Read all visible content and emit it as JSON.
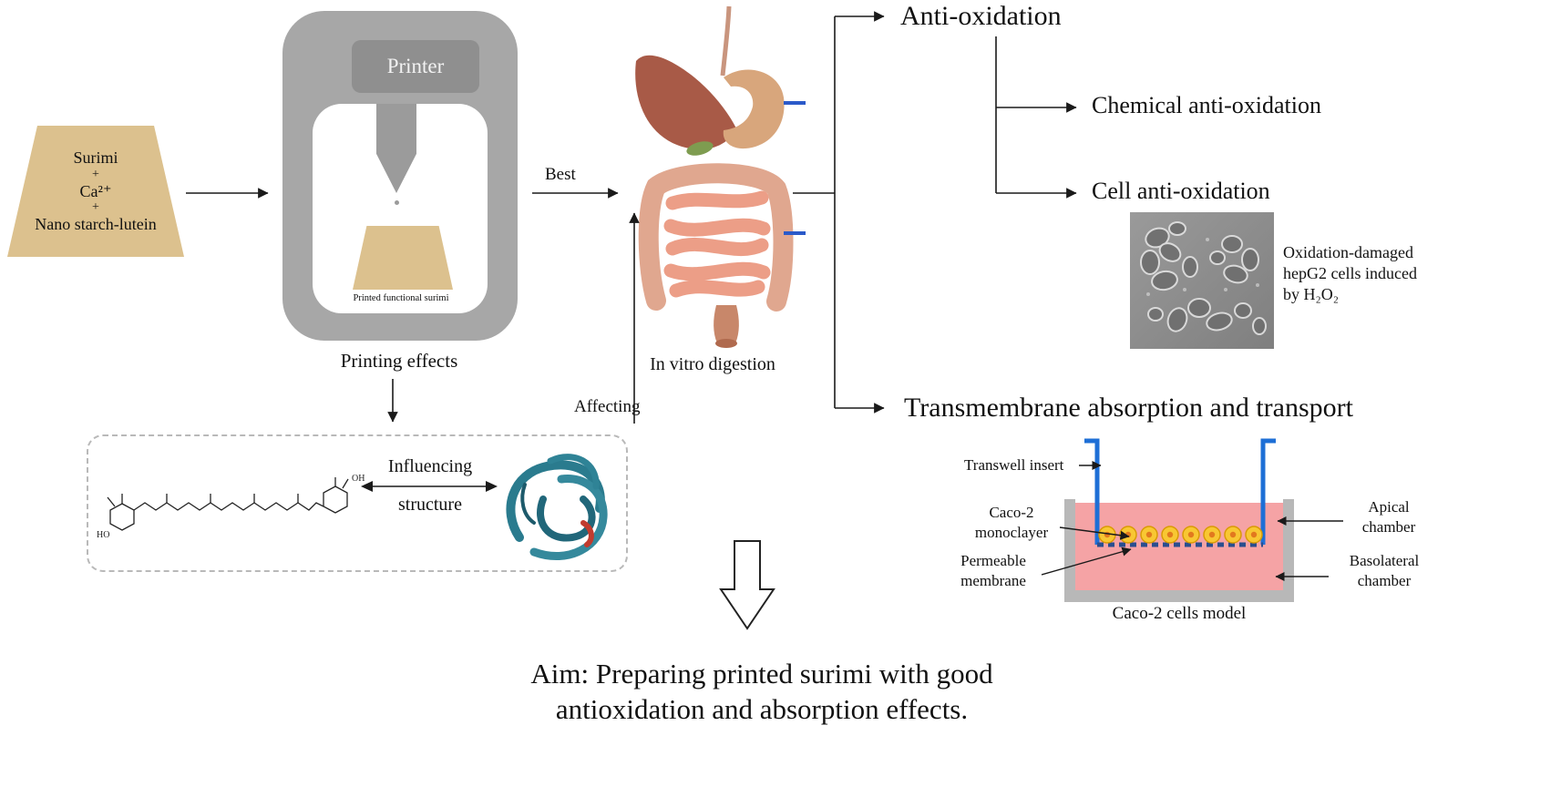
{
  "colors": {
    "surimi_tan": "#dcc18e",
    "printer_gray": "#a7a7a7",
    "printer_label_gray": "#8f8f8f",
    "arrow_black": "#1a1a1a",
    "protein_teal": "#2a7b8e",
    "intestine_pink": "#e8a48e",
    "liver_brown": "#a85a47",
    "caco2_pink": "#f5a3a5",
    "insert_blue": "#1e6fd6",
    "cell_yellow": "#f8c733",
    "micrograph_gray": "#8f8f8f"
  },
  "ingredient": {
    "lines": [
      "Surimi",
      "+",
      "Ca²⁺",
      "+",
      "Nano starch-lutein"
    ]
  },
  "printer": {
    "label": "Printer",
    "printed_caption": "Printed functional surimi",
    "caption": "Printing effects"
  },
  "structure_box": {
    "line1": "Influencing",
    "line2": "structure",
    "ho": "HO",
    "oh": "OH"
  },
  "flow": {
    "best": "Best",
    "affecting": "Affecting"
  },
  "digestion": {
    "caption": "In vitro digestion"
  },
  "outcomes": {
    "anti_oxidation": "Anti-oxidation",
    "chemical": "Chemical anti-oxidation",
    "cell": "Cell anti-oxidation",
    "transmembrane": "Transmembrane absorption and transport"
  },
  "hepg2": {
    "caption_lines": [
      "Oxidation-damaged",
      "hepG2 cells induced",
      "by H₂O₂"
    ]
  },
  "caco2": {
    "labels": {
      "transwell": "Transwell insert",
      "monolayer": [
        "Caco-2",
        "monoclayer"
      ],
      "membrane": [
        "Permeable",
        "membrane"
      ],
      "apical": [
        "Apical",
        "chamber"
      ],
      "basolateral": [
        "Basolateral",
        "chamber"
      ]
    },
    "caption": "Caco-2 cells model"
  },
  "aim": {
    "line1": "Aim: Preparing printed surimi with good",
    "line2": "antioxidation and absorption effects."
  }
}
